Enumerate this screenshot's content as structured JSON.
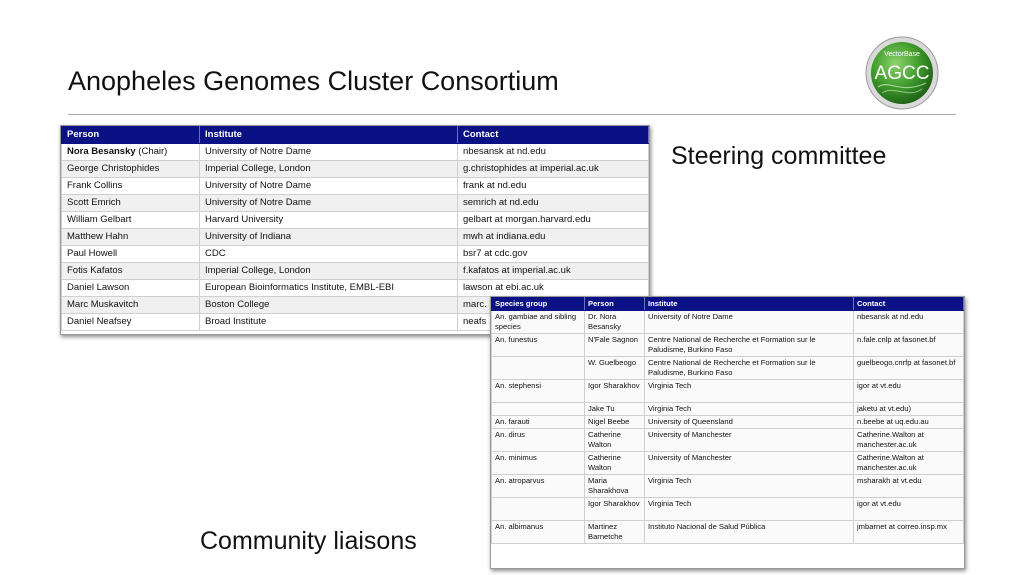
{
  "slide": {
    "title": "Anopheles Genomes Cluster Consortium",
    "logo_top_text": "VectorBase",
    "logo_main_text": "AGCC",
    "steering_caption": "Steering committee",
    "community_caption": "Community liaisons"
  },
  "colors": {
    "header_bg": "#0a1185",
    "logo_green": "#3e9a2b"
  },
  "steering": {
    "headers": [
      "Person",
      "Institute",
      "Contact"
    ],
    "rows": [
      {
        "person": "Nora Besansky",
        "role": " (Chair)",
        "institute": "University of Notre Dame",
        "contact": "nbesansk at nd.edu"
      },
      {
        "person": "George Christophides",
        "role": "",
        "institute": "Imperial College, London",
        "contact": "g.christophides at imperial.ac.uk"
      },
      {
        "person": "Frank Collins",
        "role": "",
        "institute": "University of Notre Dame",
        "contact": "frank at nd.edu"
      },
      {
        "person": "Scott Emrich",
        "role": "",
        "institute": "University of Notre Dame",
        "contact": "semrich at nd.edu"
      },
      {
        "person": "William Gelbart",
        "role": "",
        "institute": "Harvard University",
        "contact": "gelbart at morgan.harvard.edu"
      },
      {
        "person": "Matthew Hahn",
        "role": "",
        "institute": "University of Indiana",
        "contact": "mwh at indiana.edu"
      },
      {
        "person": "Paul Howell",
        "role": "",
        "institute": "CDC",
        "contact": "bsr7 at cdc.gov"
      },
      {
        "person": "Fotis Kafatos",
        "role": "",
        "institute": "Imperial College, London",
        "contact": "f.kafatos at imperial.ac.uk"
      },
      {
        "person": "Daniel Lawson",
        "role": "",
        "institute": "European Bioinformatics Institute, EMBL-EBI",
        "contact": "lawson at ebi.ac.uk"
      },
      {
        "person": "Marc Muskavitch",
        "role": "",
        "institute": "Boston College",
        "contact": "marc."
      },
      {
        "person": "Daniel Neafsey",
        "role": "",
        "institute": "Broad Institute",
        "contact": "neafs"
      }
    ]
  },
  "community": {
    "headers": [
      "Species group",
      "Person",
      "Institute",
      "Contact"
    ],
    "rows": [
      {
        "species": "An. gambiae and sibling species",
        "person": "Dr. Nora Besansky",
        "institute": "University of Notre Dame",
        "contact": "nbesansk at nd.edu"
      },
      {
        "species": "An. funestus",
        "person": "N'Fale Sagnon",
        "institute": "Centre National de Recherche et Formation sur le Paludisme, Burkino Faso",
        "contact": "n.fale.cnlp at fasonet.bf"
      },
      {
        "species": "",
        "person": "W. Guelbeogo",
        "institute": "Centre National de Recherche et Formation sur le Paludisme, Burkino Faso",
        "contact": "guelbeogo.cnrfp at fasonet.bf"
      },
      {
        "species": "An. stephensi",
        "person": "Igor Sharakhov",
        "institute": "Virginia Tech",
        "contact": "igor at vt.edu"
      },
      {
        "species": "",
        "person": "Jake Tu",
        "institute": "Virginia Tech",
        "contact": "jaketu at vt.edu)"
      },
      {
        "species": "An. farauti",
        "person": "Nigel Beebe",
        "institute": "University of Queensland",
        "contact": "n.beebe at uq.edu.au"
      },
      {
        "species": "An. dirus",
        "person": "Catherine Walton",
        "institute": "University of Manchester",
        "contact": "Catherine.Walton at manchester.ac.uk"
      },
      {
        "species": "An. minimus",
        "person": "Catherine Walton",
        "institute": "University of Manchester",
        "contact": "Catherine.Walton at manchester.ac.uk"
      },
      {
        "species": "An. atroparvus",
        "person": "Maria Sharakhova",
        "institute": "Virginia Tech",
        "contact": "msharakh at vt.edu"
      },
      {
        "species": "",
        "person": "Igor Sharakhov",
        "institute": "Virginia Tech",
        "contact": "igor at vt.edu"
      },
      {
        "species": "An. albimanus",
        "person": "Martinez Barnetche",
        "institute": "Instituto Nacional de Salud Pública",
        "contact": "jmbarnet at correo.insp.mx"
      }
    ]
  }
}
